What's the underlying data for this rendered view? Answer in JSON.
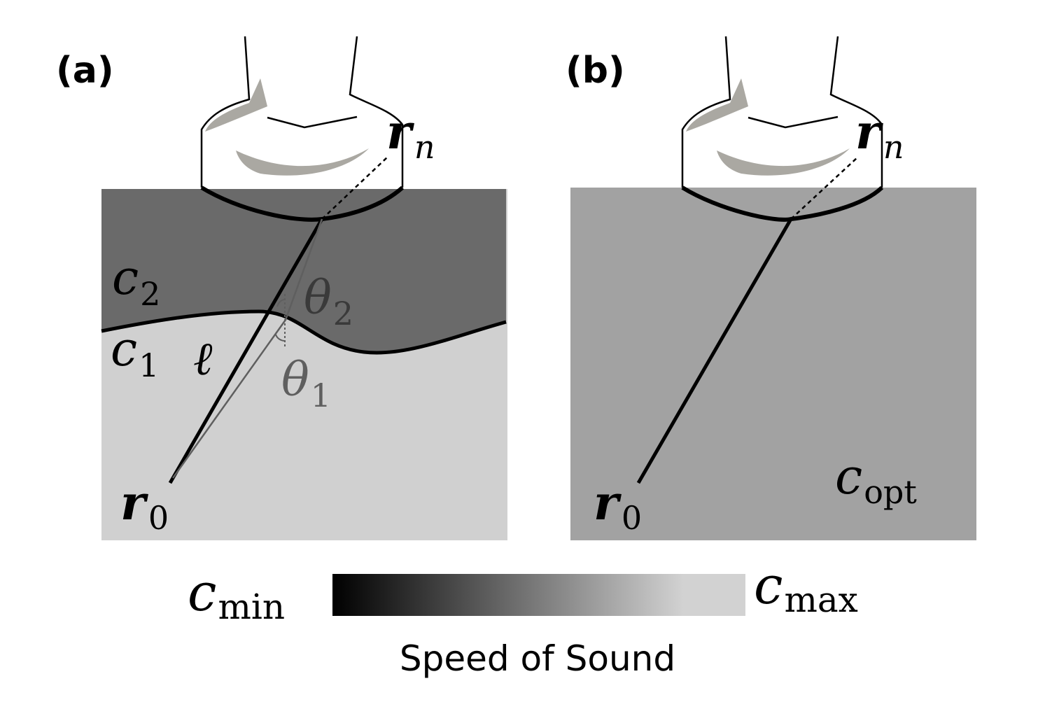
{
  "panel_a": {
    "label": "(a)",
    "receiver": {
      "symbol": "r",
      "sub": "n"
    },
    "source": {
      "symbol": "r",
      "sub": "0"
    },
    "upper_medium": {
      "symbol": "c",
      "sub": "2"
    },
    "lower_medium": {
      "symbol": "c",
      "sub": "1"
    },
    "path_length": "ℓ",
    "angle_upper": {
      "symbol": "θ",
      "sub": "2"
    },
    "angle_lower": {
      "symbol": "θ",
      "sub": "1"
    }
  },
  "panel_b": {
    "label": "(b)",
    "receiver": {
      "symbol": "r",
      "sub": "n"
    },
    "source": {
      "symbol": "r",
      "sub": "0"
    },
    "medium": {
      "symbol": "c",
      "sub": "opt"
    }
  },
  "colorbar": {
    "min": {
      "symbol": "c",
      "sub": "min"
    },
    "max": {
      "symbol": "c",
      "sub": "max"
    },
    "label": "Speed of Sound",
    "color_min": "#000000",
    "color_max": "#d2d2d2"
  },
  "colors": {
    "upper_medium": "#6a6a6a",
    "lower_medium": "#d0d0d0",
    "optimal_medium": "#a2a2a2",
    "probe_accent": "#aaa8a2"
  }
}
